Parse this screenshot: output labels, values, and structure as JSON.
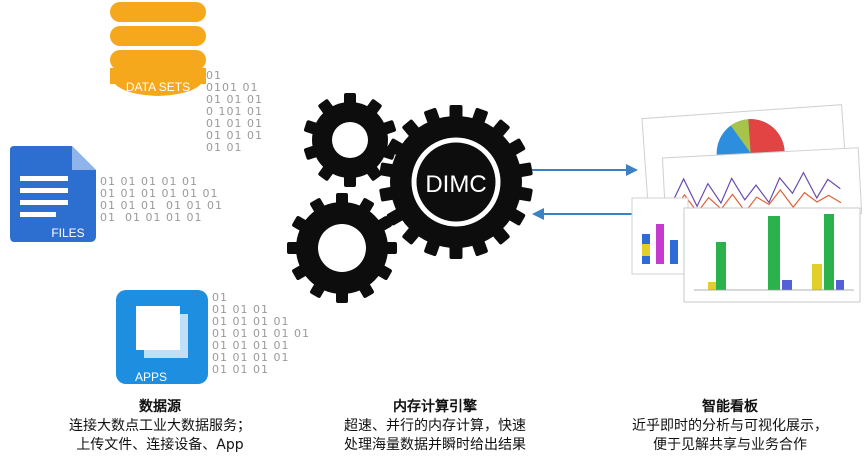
{
  "sources": {
    "data_sets_label": "DATA SETS",
    "files_label": "FILES",
    "apps_label": "APPS"
  },
  "engine": {
    "gear_label": "DIMC"
  },
  "binary": {
    "stream_top": "01\n0101 01\n01 01 01\n0 101 01\n01 01 01\n01 01 01\n01 01",
    "stream_mid": "01 01 01 01 01\n01 01 01 01 01 01\n01 01 01  01 01 01\n01  01 01 01 01",
    "stream_bottom": "01\n01 01 01\n01 01 01 01\n01 01 01 01 01\n01 01 01 01\n01 01 01 01\n01 01 01"
  },
  "captions": {
    "source": {
      "title": "数据源",
      "line1": "连接大数点工业大数据服务；",
      "line2": "上传文件、连接设备、App"
    },
    "engine": {
      "title": "内存计算引擎",
      "line1": "超速、并行的内存计算，快速",
      "line2": "处理海量数据并瞬时给出结果"
    },
    "dashboard": {
      "title": "智能看板",
      "line1": "近乎即时的分析与可视化展示，",
      "line2": "便于见解共享与业务合作"
    }
  },
  "colors": {
    "db_orange": "#f5a81c",
    "files_blue": "#2d6fd1",
    "apps_blue": "#1e8fe0",
    "arrow_blue": "#3b82c4",
    "gear_black": "#0d0d0d"
  }
}
